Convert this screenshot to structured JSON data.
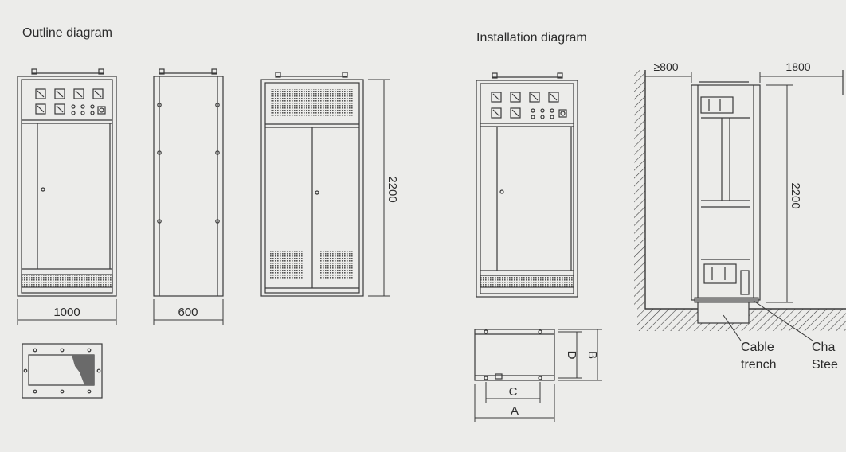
{
  "outline": {
    "title": "Outline diagram",
    "dim_width": "1000",
    "dim_depth": "600",
    "dim_height": "2200"
  },
  "installation": {
    "title": "Installation diagram",
    "dim_front_clearance": "≥800",
    "dim_rear_clearance": "1800",
    "dim_height": "2200",
    "dim_A": "A",
    "dim_B": "B",
    "dim_C": "C",
    "dim_D": "D",
    "cable_trench_line1": "Cable",
    "cable_trench_line2": "trench",
    "channel_steel_line1": "Cha",
    "channel_steel_line2": "Stee"
  },
  "colors": {
    "line": "#3a3a3a",
    "background": "#ececea"
  }
}
